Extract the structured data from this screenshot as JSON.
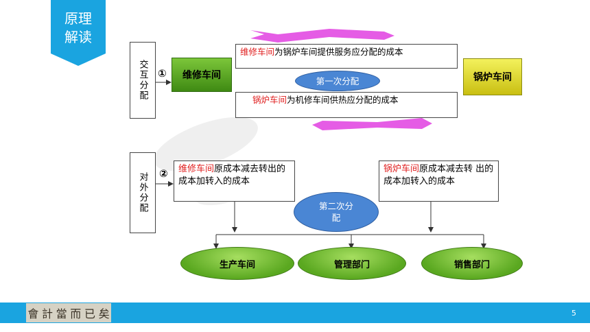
{
  "badge": {
    "line1": "原理",
    "line2": "解读"
  },
  "interactive": {
    "label": "交互分配",
    "step": "①",
    "repair_box": "维修车间",
    "boiler_box": "锅炉车间",
    "note1": {
      "red": "维修车间",
      "text": "为锅炉车间提供服务应分配的成本"
    },
    "note2": {
      "red": "锅炉车间",
      "text": "为机修车间供热应分配的成本"
    },
    "round": "第一次分配"
  },
  "external": {
    "label": "对外分配",
    "step": "②",
    "left_note": {
      "red": "维修车间",
      "text": "原成本减去转出的成本加转入的成本"
    },
    "right_note": {
      "red": "锅炉车间",
      "text": "原成本减去转 出的成本加转入的成本"
    },
    "round": "第二次分配",
    "targets": [
      "生产车间",
      "管理部门",
      "销售部门"
    ]
  },
  "footer": {
    "logo_glyphs": [
      "會",
      "計",
      "當",
      "而",
      "已",
      "矣"
    ],
    "page": "5"
  },
  "colors": {
    "badge": "#1aa4e0",
    "footer": "#1aa4e0",
    "accent_red": "#e02020",
    "round_blue": "#4a86d4"
  }
}
